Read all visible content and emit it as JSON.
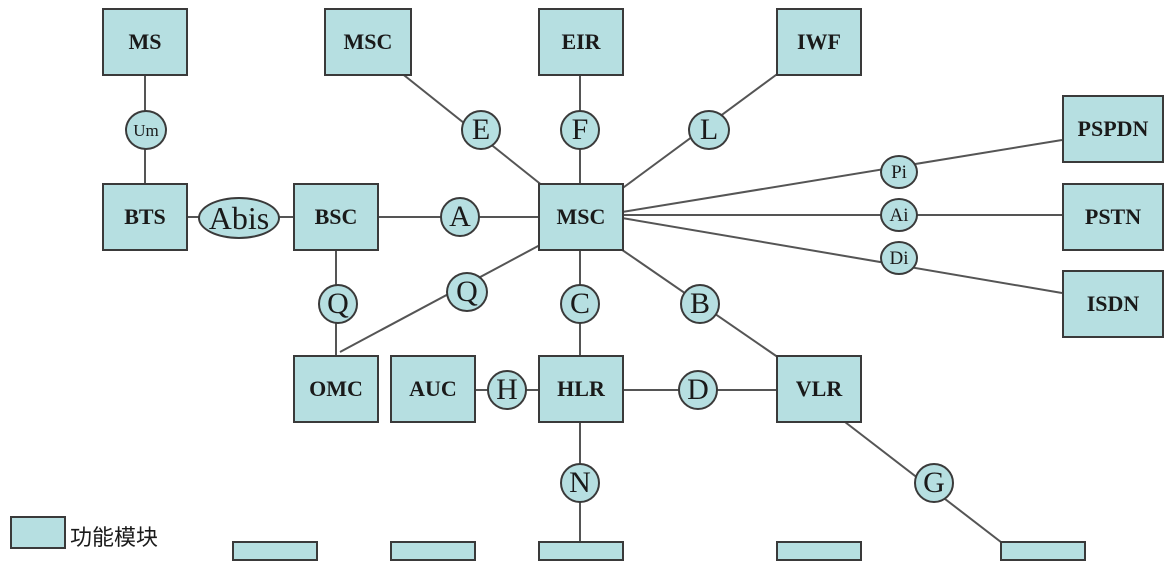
{
  "colors": {
    "fill": "#b6dfe1",
    "stroke": "#3a3a3a",
    "line": "#555555"
  },
  "nodes": {
    "ms": "MS",
    "msc_top": "MSC",
    "eir": "EIR",
    "iwf": "IWF",
    "bts": "BTS",
    "bsc": "BSC",
    "msc": "MSC",
    "pspdn": "PSPDN",
    "pstn": "PSTN",
    "isdn": "ISDN",
    "omc": "OMC",
    "auc": "AUC",
    "hlr": "HLR",
    "vlr": "VLR"
  },
  "interfaces": {
    "um": "Um",
    "abis": "Abis",
    "a": "A",
    "e": "E",
    "f": "F",
    "l": "L",
    "q1": "Q",
    "q2": "Q",
    "c": "C",
    "b": "B",
    "h": "H",
    "d": "D",
    "n": "N",
    "g": "G",
    "pi": "Pi",
    "ai": "Ai",
    "di": "Di"
  },
  "legend": {
    "label": "功能模块"
  }
}
